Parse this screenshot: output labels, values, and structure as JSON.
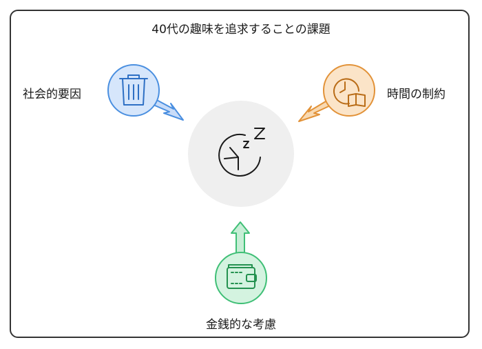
{
  "title": "40代の趣味を追求することの課題",
  "center": {
    "icon": "clock-sleep-icon"
  },
  "factors": [
    {
      "label": "社会的要因",
      "icon": "trash-can-icon",
      "color": "#4a8fe0",
      "fill": "#d6e6fb"
    },
    {
      "label": "時間の制約",
      "icon": "clock-book-icon",
      "color": "#e29238",
      "fill": "#fbe4c8"
    },
    {
      "label": "金銭的な考慮",
      "icon": "wallet-icon",
      "color": "#3fbf76",
      "fill": "#d4f3e0"
    }
  ]
}
